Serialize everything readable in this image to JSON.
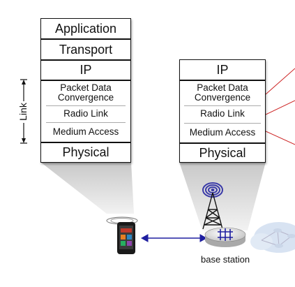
{
  "left_stack": {
    "layers": [
      "Application",
      "Transport",
      "IP",
      "Packet Data Convergence",
      "Radio Link",
      "Medium Access",
      "Physical"
    ]
  },
  "right_stack": {
    "layers": [
      "IP",
      "Packet Data Convergence",
      "Radio Link",
      "Medium Access",
      "Physical"
    ]
  },
  "bracket_label": "Link",
  "base_station_label": "base station",
  "colors": {
    "arrow": "#1f1fa0",
    "red_links": "#cc2222",
    "funnel": "#d9d9d9",
    "tower_rings": "#3a3aa8",
    "network_cloud": "#b9cde8"
  }
}
